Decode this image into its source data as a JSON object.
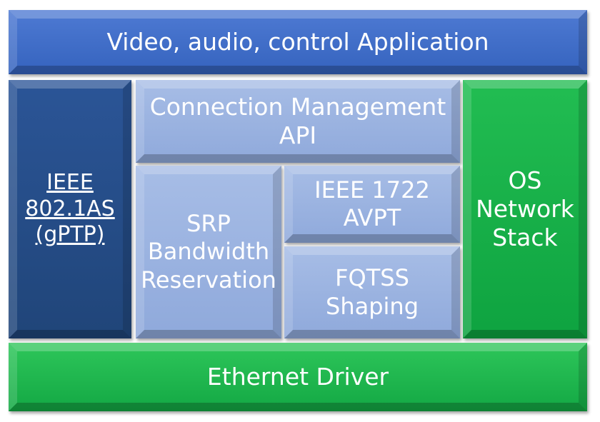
{
  "blocks": {
    "application": "Video, audio, control Application",
    "ieee_8021as": "IEEE\n802.1AS\n(gPTP)",
    "connection_management": "Connection Management\nAPI",
    "srp": "SRP\nBandwidth\nReservation",
    "avpt": "IEEE 1722\nAVPT",
    "fqtss": "FQTSS\nShaping",
    "os_network_stack": "OS\nNetwork\nStack",
    "ethernet_driver": "Ethernet Driver"
  },
  "colors": {
    "application": "#3d6bc6",
    "ieee_8021as": "#254d88",
    "light_blue": "#9cb3e0",
    "green": "#18b049"
  }
}
